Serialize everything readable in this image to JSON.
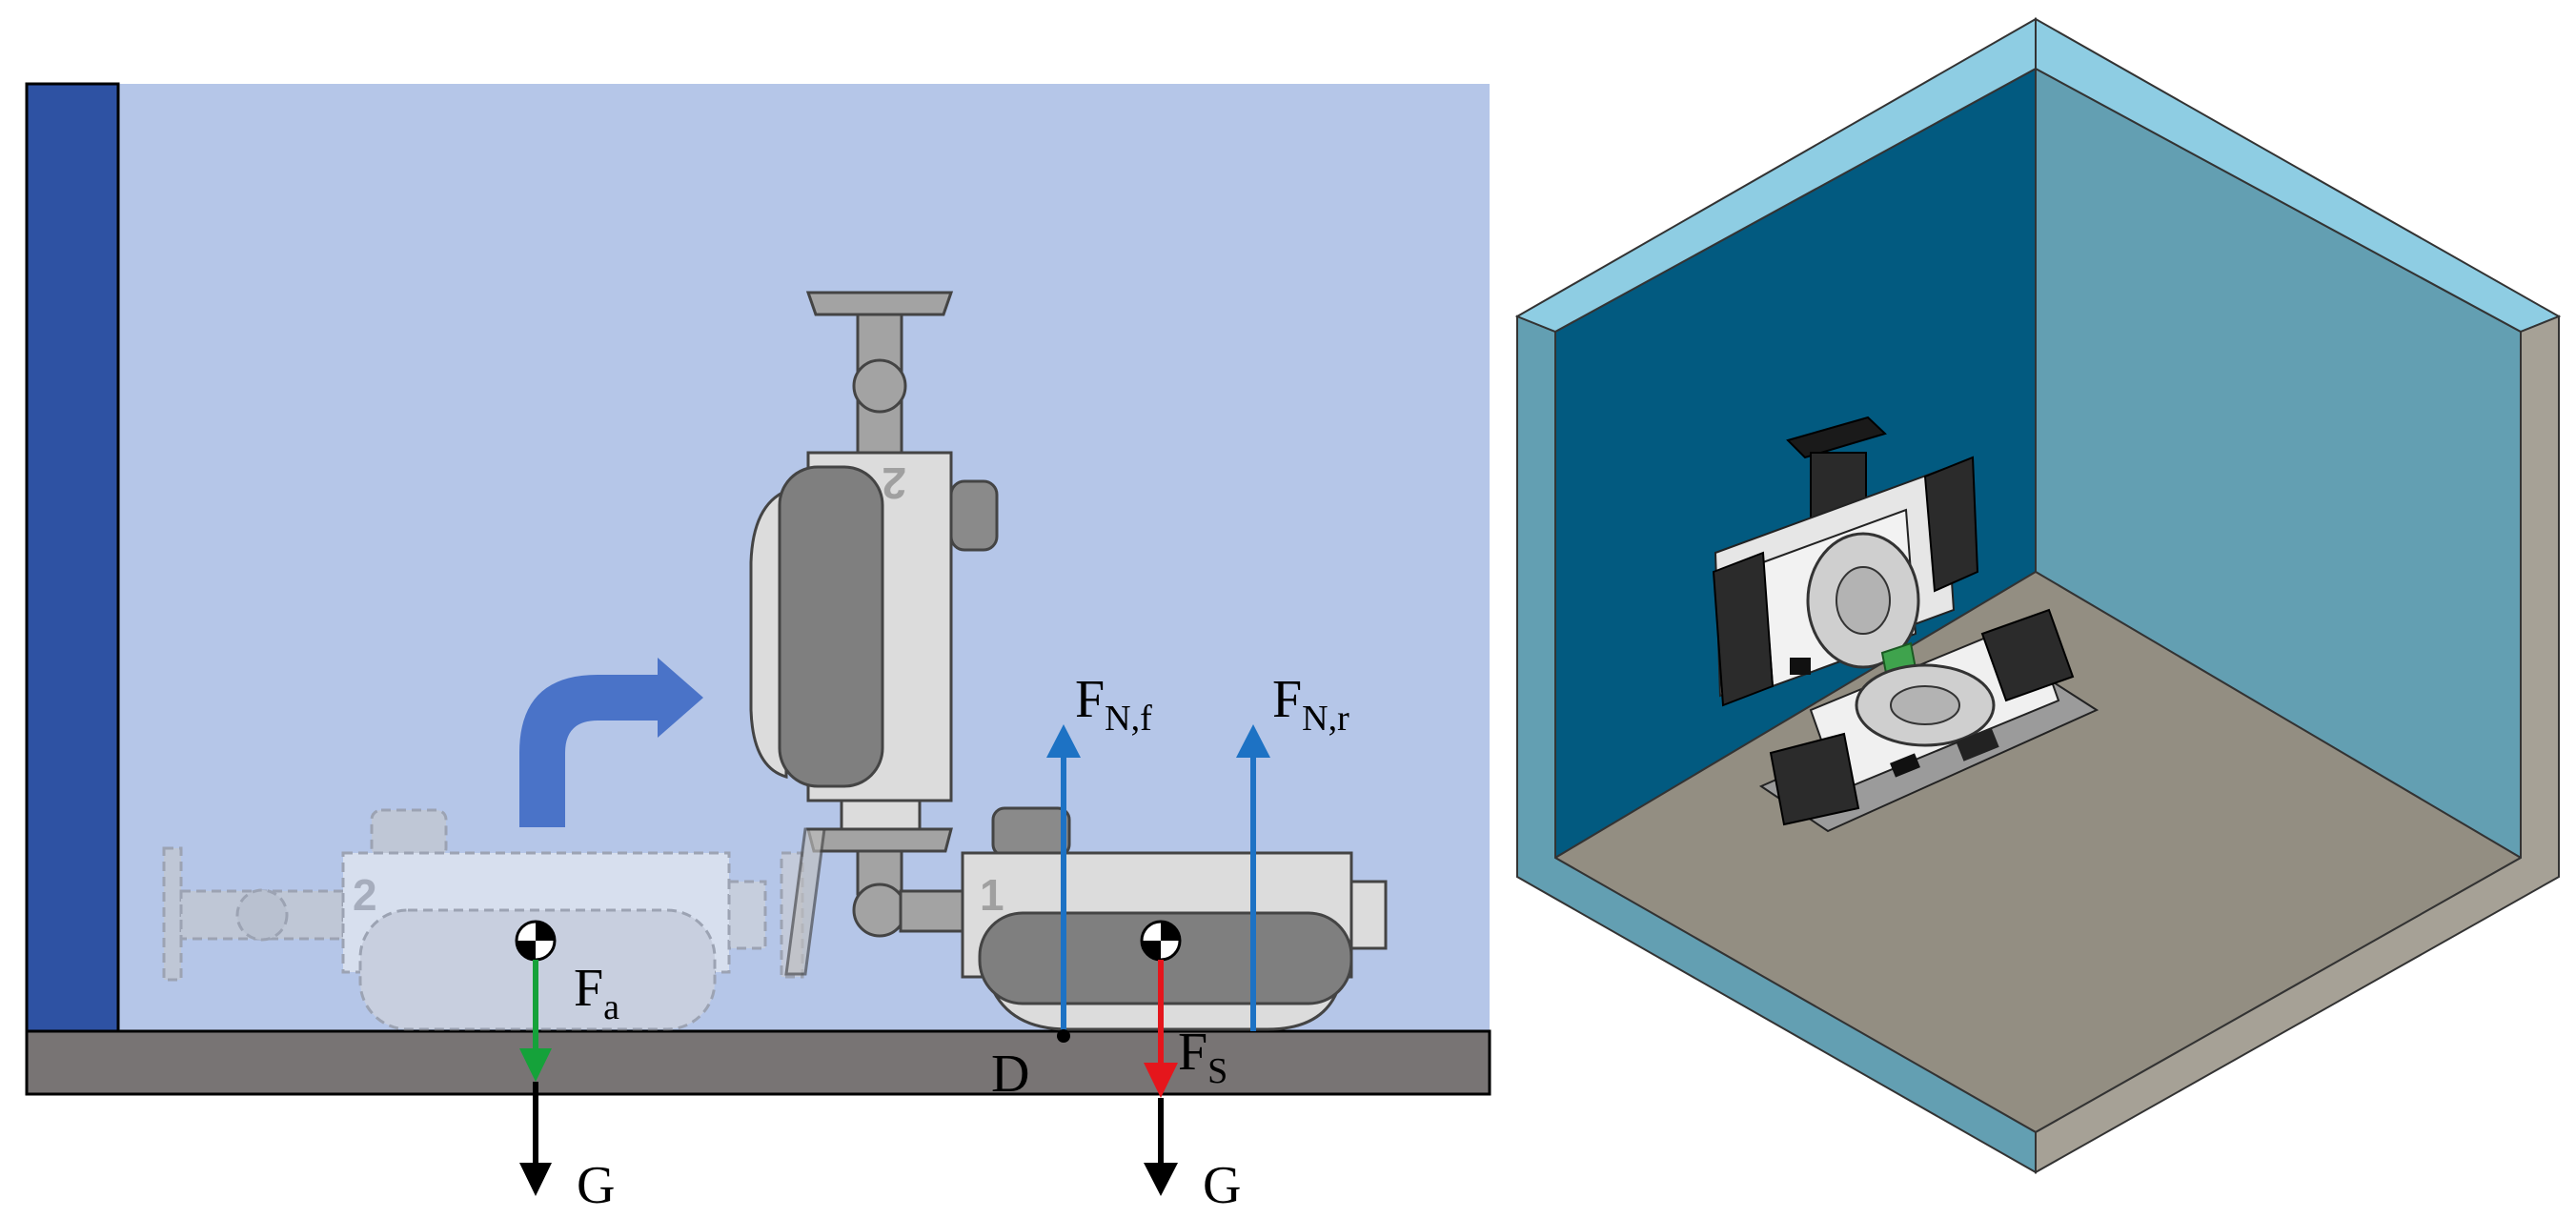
{
  "colors": {
    "wall": "#2e52a3",
    "background": "#b5c6e8",
    "ground": "#787474",
    "body_light": "#dcdcdc",
    "track_dark": "#7f7f7f",
    "arrow_blue": "#4a73c8",
    "force_blue": "#1d72c4",
    "force_green": "#15a23a",
    "force_red": "#e5161c",
    "force_black": "#000000",
    "room_wall_dark": "#025a80",
    "room_wall_mid": "#639fb2",
    "room_rim": "#8ecde3",
    "room_floor": "#938e82",
    "room_edge": "#a6a196"
  },
  "icons": {
    "center_of_mass": "center-of-mass-icon",
    "transition": "curved-arrow-icon"
  },
  "modules": {
    "module1_label": "1",
    "module2_label": "2"
  },
  "forces": {
    "fnf": {
      "base": "F",
      "sub": "N,f"
    },
    "fnr": {
      "base": "F",
      "sub": "N,r"
    },
    "fa": {
      "base": "F",
      "sub": "a"
    },
    "fs": {
      "base": "F",
      "sub": "S"
    },
    "g_left": "G",
    "g_right": "G",
    "pivot": "D"
  }
}
